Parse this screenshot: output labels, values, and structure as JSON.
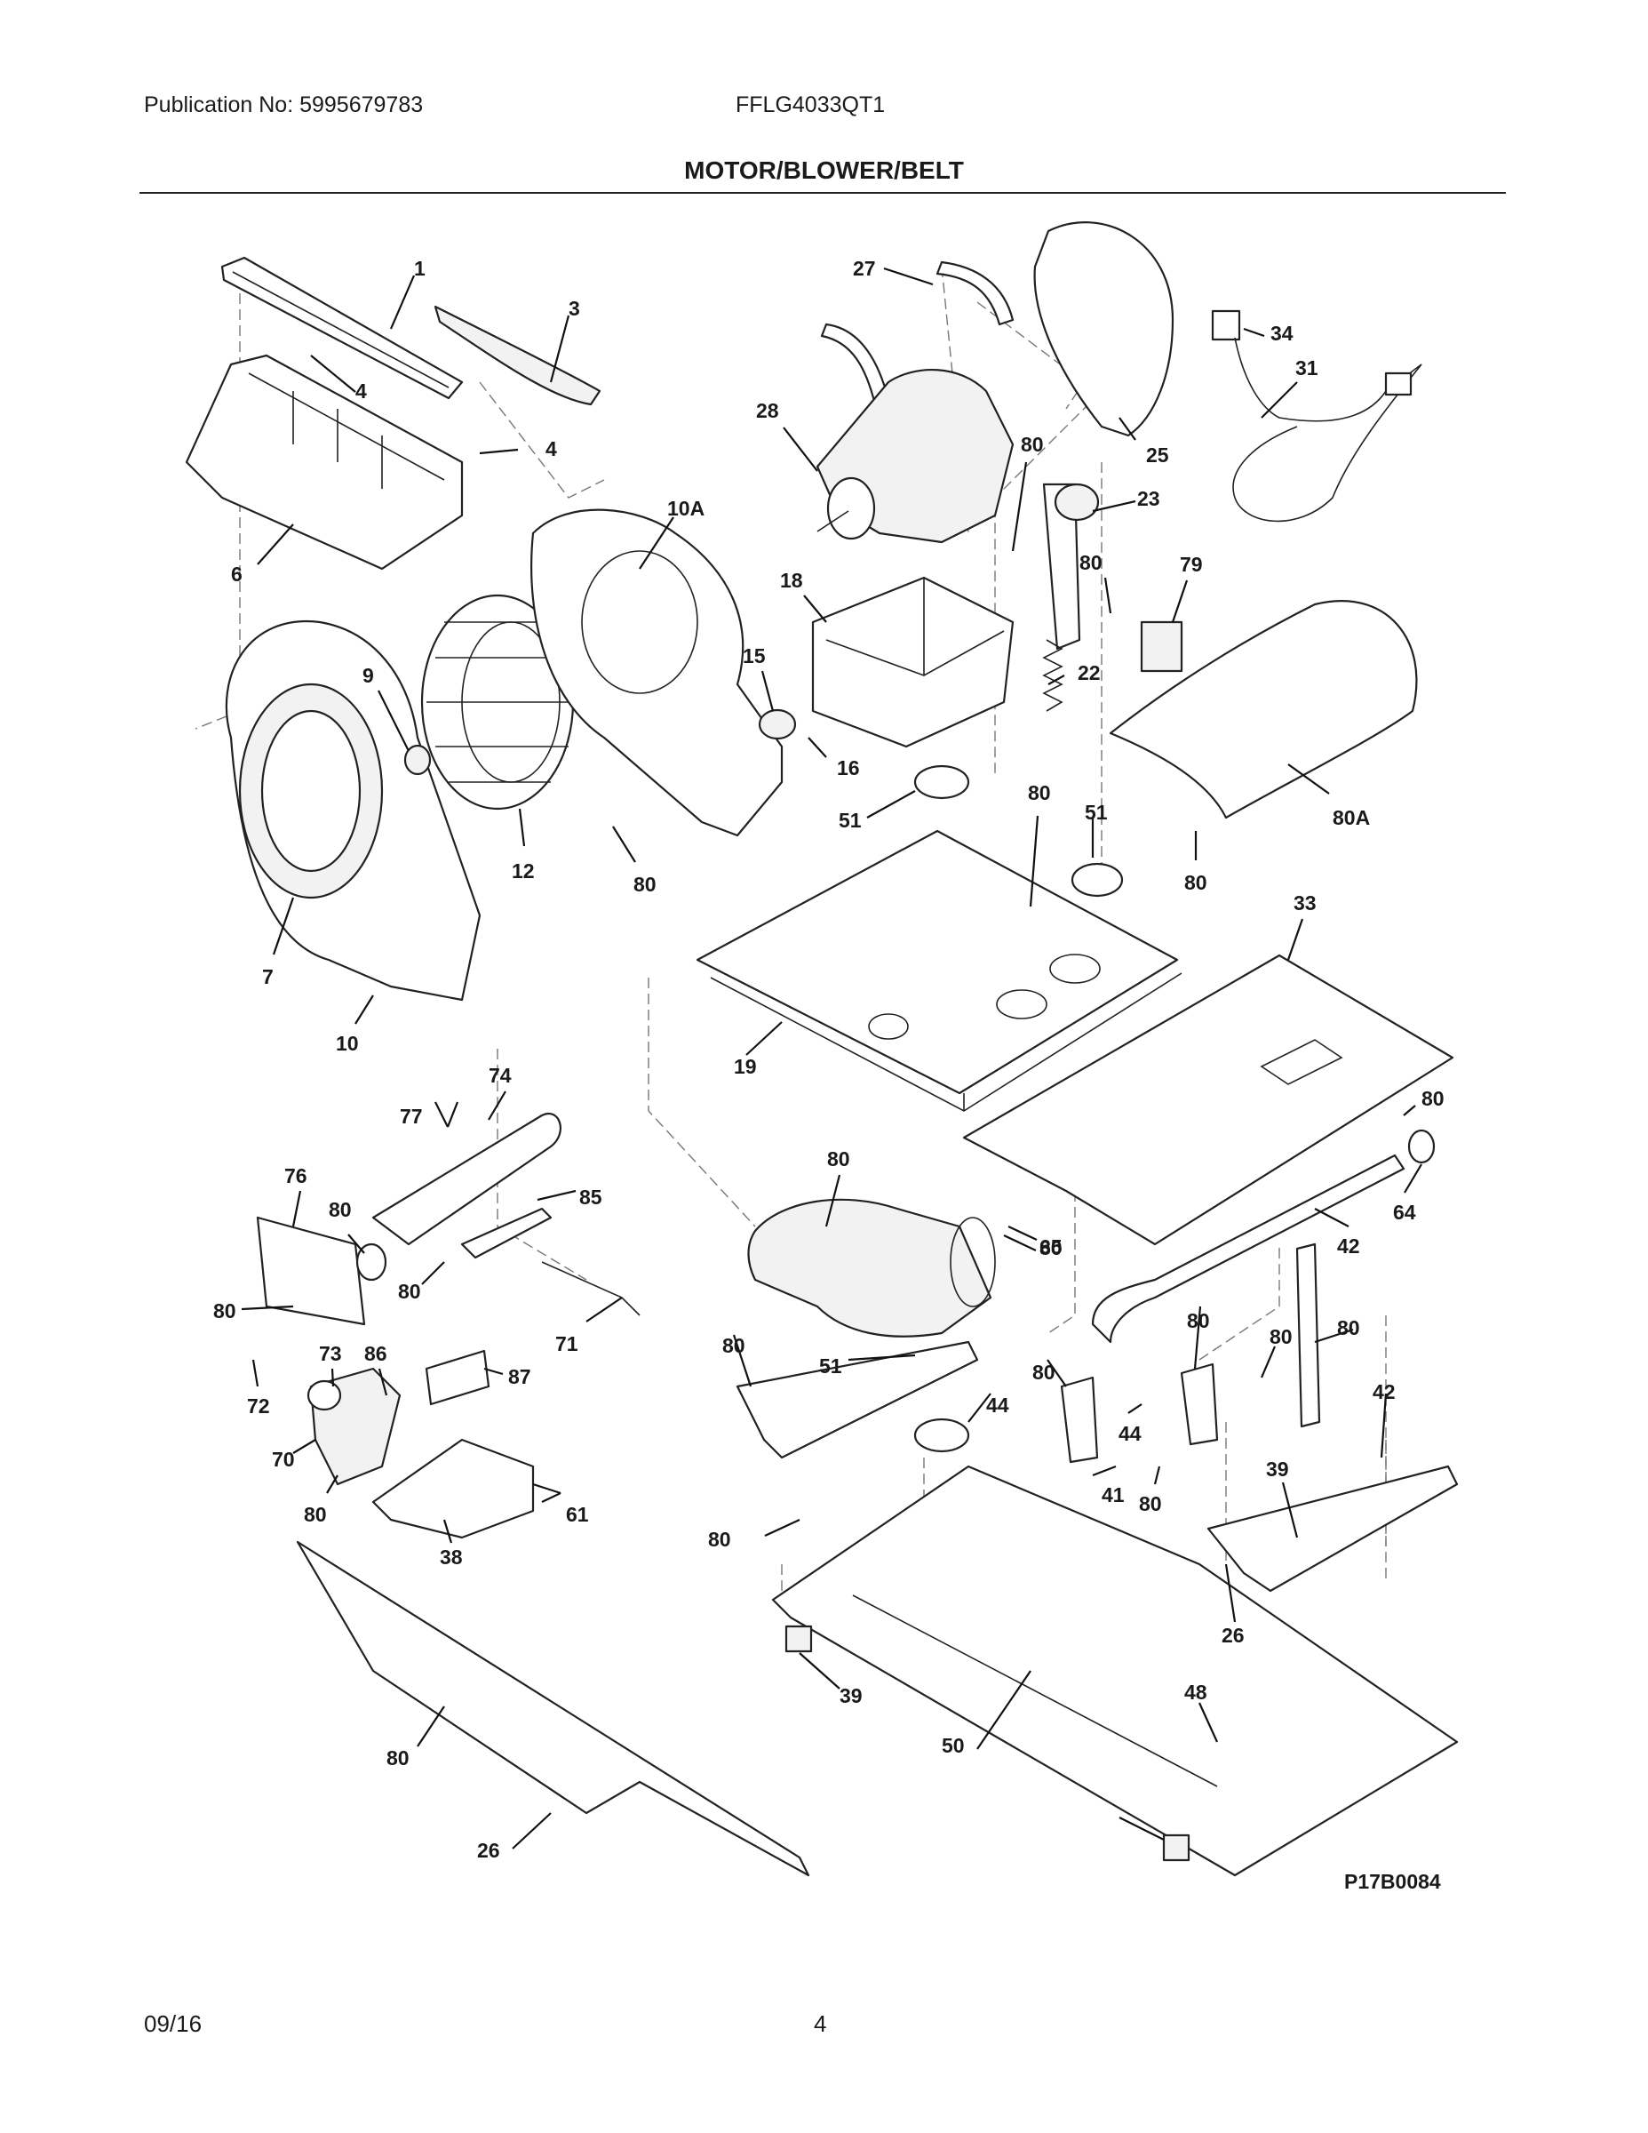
{
  "header": {
    "publication": "Publication No: 5995679783",
    "model": "FFLG4033QT1",
    "title": "MOTOR/BLOWER/BELT"
  },
  "diagram": {
    "drawing_code": "P17B0084",
    "callouts": [
      "1",
      "3",
      "4",
      "4",
      "6",
      "10A",
      "9",
      "12",
      "7",
      "10",
      "80",
      "27",
      "28",
      "80",
      "25",
      "34",
      "31",
      "23",
      "18",
      "80",
      "79",
      "15",
      "22",
      "16",
      "51",
      "80",
      "51",
      "80A",
      "80",
      "19",
      "33",
      "80",
      "80",
      "77",
      "74",
      "85",
      "76",
      "80",
      "80",
      "80",
      "72",
      "73",
      "86",
      "87",
      "71",
      "70",
      "80",
      "61",
      "38",
      "80",
      "65",
      "64",
      "42",
      "80",
      "51",
      "44",
      "80",
      "44",
      "80",
      "41",
      "80",
      "80",
      "80",
      "42",
      "39",
      "80",
      "26",
      "39",
      "48",
      "50",
      "80",
      "26"
    ]
  },
  "footer": {
    "date": "09/16",
    "page": "4"
  }
}
